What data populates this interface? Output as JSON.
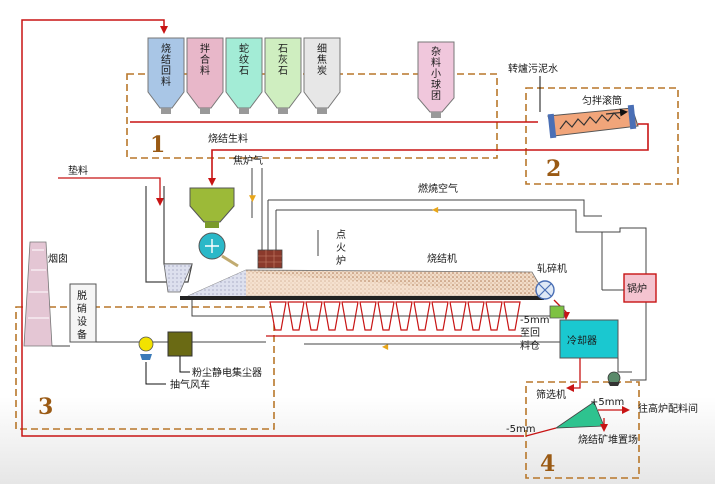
{
  "hoppers": [
    {
      "lines": [
        "烧",
        "结",
        "回",
        "料"
      ],
      "color": "#a9c6e6"
    },
    {
      "lines": [
        "拌",
        "合",
        "料"
      ],
      "color": "#e8b7c9"
    },
    {
      "lines": [
        "蛇",
        "纹",
        "石"
      ],
      "color": "#a3ecd6"
    },
    {
      "lines": [
        "石",
        "灰",
        "石"
      ],
      "color": "#cfeec0"
    },
    {
      "lines": [
        "细",
        "焦",
        "炭"
      ],
      "color": "#e7e7e7"
    }
  ],
  "misc_hopper": {
    "lines": [
      "杂",
      "料",
      "小",
      "球",
      "团"
    ],
    "color": "#f0c7dc"
  },
  "labels": {
    "converter_sludge": "转爐污泥水",
    "drum_mixer": "匀拌滚筒",
    "raw_sinter_mix": "烧结生料",
    "bedding": "垫料",
    "coke_gas": "焦炉气",
    "combustion_air": "燃燒空气",
    "ignition_furnace_1": "点",
    "ignition_furnace_2": "火",
    "ignition_furnace_3": "炉",
    "sinter_machine": "烧结机",
    "crusher": "轧碎机",
    "boiler": "锅炉",
    "chimney": "烟囱",
    "desulfur_1": "脱",
    "desulfur_2": "硝",
    "desulfur_3": "设",
    "desulfur_4": "备",
    "minus5_1": "-5mm",
    "minus5_2": "至回",
    "minus5_3": "料仓",
    "cooler": "冷却器",
    "esp": "粉尘静电集尘器",
    "exhaust_fan": "抽气风车",
    "screen": "筛选机",
    "plus5": "+5mm",
    "to_blast": "往高炉配料间",
    "minus5_bottom": "-5mm",
    "sinter_yard": "烧结矿堆置场"
  },
  "sections": [
    "1",
    "2",
    "3",
    "4"
  ]
}
